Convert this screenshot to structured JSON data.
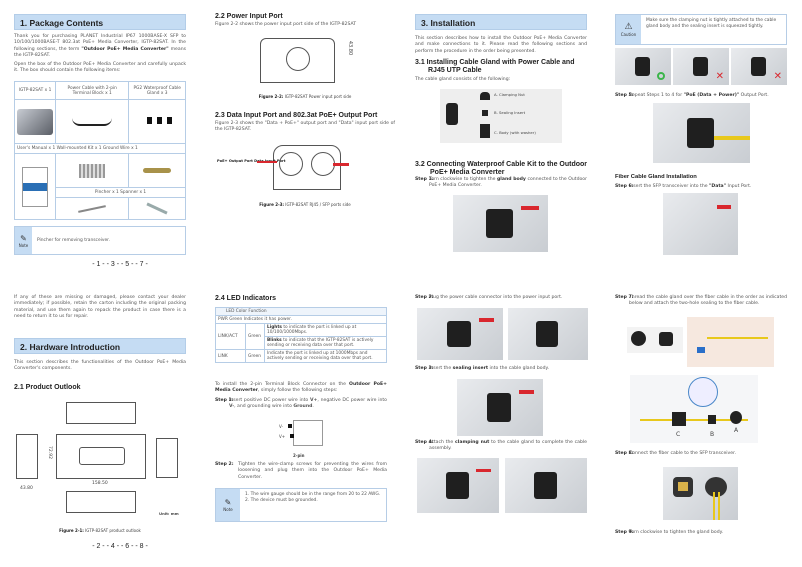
{
  "p1": {
    "heading": "1. Package Contents",
    "para1": "Thank you for purchasing PLANET Industrial IP67 1000BASE-X SFP to 10/100/1000BASE-T 802.3at PoE+ Media Converter, IGTP-82SAT. In the following sections, the term ",
    "para1_bold": "\"Outdoor PoE+ Media Converter\"",
    "para1_end": " means the IGTP-82SAT.",
    "para2": "Open the box of the Outdoor PoE+ Media Converter and carefully unpack it. The box should contain the following items:",
    "table": {
      "row1": [
        "IGTP-82SAT x 1",
        "Power Cable with 2-pin Terminal Block x 1",
        "PG2 Waterproof Cable Gland x 3"
      ],
      "row2": "User's Manual x 1 Wall-mounted Kit x 1 Ground Wire x 1",
      "row3": "Pincher x 1 Spanner x 1"
    },
    "note_label": "Note",
    "note_text": "Pincher for removing transceiver.",
    "page_numbers": "- 1 - - 3 - - 5 - - 7 -"
  },
  "p2": {
    "h22": "2.2  Power Input Port",
    "t22": "Figure 2-2 shows the power input port side of the IGTP-82SAT",
    "dim": "43.80",
    "cap22_b": "Figure 2-2:",
    "cap22": " IGTP-82SAT Power input port side",
    "h23": "2.3  Data Input Port and 802.3at PoE+ Output Port",
    "t23": "Figure 2-3 shows the \"Data + PoE+\" output port and \"Data\" input port side of the IGTP-82SAT.",
    "label_poe": "PoE+ Output Port",
    "label_data": "Data Input Port",
    "cap23_b": "Figure 2-3:",
    "cap23": " IGTP-82SAT RJ45 / SFP ports side"
  },
  "p3": {
    "heading": "3. Installation",
    "intro": "This section describes how to install the Outdoor PoE+ Media Converter and make connections to it. Please read the following sections and perform the procedure in the order being presented.",
    "h31": "3.1  Installing Cable Gland with Power Cable and RJ45 UTP Cable",
    "t31": "The cable gland consists of the following:",
    "parts": [
      "A. Clamping Nut",
      "B. Sealing Insert",
      "C. Body (with washer)"
    ],
    "h32": "3.2  Connecting Waterproof Cable Kit to the Outdoor PoE+ Media Converter",
    "step1_label": "Step 1:",
    "step1_a": "Turn clockwise to tighten the ",
    "step1_b": "gland body",
    "step1_c": " connected to the Outdoor PoE+ Media Converter."
  },
  "p4": {
    "caution_label": "Caution",
    "caution_text": "Make sure the clamping nut is tightly attached to the cable gland body and the sealing insert is squeezed tightly.",
    "step5_label": "Step 5:",
    "step5_a": "Repeat Steps 1 to 4 for ",
    "step5_b": "\"PoE (Data + Power)\"",
    "step5_c": " Output Port.",
    "fiber_heading": "Fiber Cable Gland Installation",
    "step6_label": "Step 6:",
    "step6_a": "Insert the SFP transceiver into the ",
    "step6_b": "\"Data\"",
    "step6_c": " Input Port."
  },
  "p5": {
    "para": "If any of these are missing or damaged, please contact your dealer immediately; if possible, retain the carton including the original packing material, and use them again to repack the product in case there is a need to return it to us for repair.",
    "heading": "2. Hardware Introduction",
    "intro": "This section describes the functionalities of the Outdoor PoE+ Media Converter's components.",
    "h21": "2.1  Product Outlook",
    "dim_h": "72.92",
    "dim_w": "158.50",
    "dim_d": "43.80",
    "unit": "Unit: mm",
    "cap_b": "Figure 2-1:",
    "cap": " IGTP-82SAT product outlook",
    "page_numbers": "- 2 - - 4 - - 6 - - 8 -"
  },
  "p6": {
    "h24": "2.4  LED Indicators",
    "led_header": "LED Color Function",
    "led_pwr": "PWR Green Indicates it has power.",
    "led_rows": [
      {
        "led": "LINK/ACT",
        "color": "Green",
        "f1_b": "Lights",
        "f1": " to indicate the port is linked up at 10/100/1000Mbps.",
        "f2_b": "Blinks",
        "f2": " to indicate that the IGTP-82SAT is actively sending or receiving data over that port."
      },
      {
        "led": "LINK",
        "color": "Green",
        "f1": "Indicate the port is linked up at 1000Mbps and actively sending or receiving data over that port."
      }
    ],
    "intro_a": "To install the 2-pin Terminal Block Connector on the ",
    "intro_b": "Outdoor PoE+ Media Converter",
    "intro_c": ", simply follow the following steps:",
    "step1_label": "Step 1:",
    "step1_a": "Insert positive DC power wire into ",
    "step1_v1": "V+",
    "step1_b": ", negative DC power wire into ",
    "step1_v2": "V-",
    "step1_c": ", and grounding wire into ",
    "step1_g": "Ground",
    "step1_d": ".",
    "pin_vminus": "V-",
    "pin_vplus": "V+",
    "pin_caption": "2-pin",
    "step2_label": "Step 2:",
    "step2": "Tighten the wire-clamp screws for preventing the wires from loosening and plug them into the Outdoor PoE+ Media Converter.",
    "note_label": "Note",
    "note_items": [
      "1. The wire gauge should be in the range from 20 to 22 AWG.",
      "2. The device must be grounded."
    ]
  },
  "p7": {
    "step2_label": "Step 2:",
    "step2": "Plug the power cable connector into the power input port.",
    "step3_label": "Step 3:",
    "step3_a": "Insert the ",
    "step3_b": "sealing insert",
    "step3_c": " into the cable gland body.",
    "step4_label": "Step 4:",
    "step4_a": "Attach the ",
    "step4_b": "clamping nut",
    "step4_c": " to the cable gland to complete the cable assembly."
  },
  "p8": {
    "step7_label": "Step 7:",
    "step7": "Thread the cable gland over the fiber cable in the order as indicated below and attach the two-hole sealing to the fiber cable.",
    "labels": [
      "C",
      "B",
      "A"
    ],
    "step8_label": "Step 8:",
    "step8": "Connect the fiber cable to the SFP transceiver.",
    "step9_label": "Step 9:",
    "step9": "Turn clockwise to tighten the gland body."
  }
}
